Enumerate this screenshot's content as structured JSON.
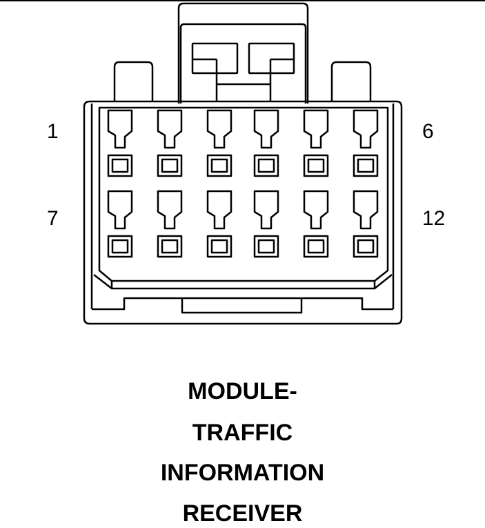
{
  "pin_labels": {
    "top_left": "1",
    "top_right": "6",
    "bottom_left": "7",
    "bottom_right": "12"
  },
  "title": {
    "line1": "MODULE-",
    "line2": "TRAFFIC",
    "line3": "INFORMATION",
    "line4": "RECEIVER"
  },
  "connector": {
    "pin_rows": 2,
    "pins_per_row": 6,
    "stroke_color": "#000000",
    "fill_color": "#ffffff"
  }
}
